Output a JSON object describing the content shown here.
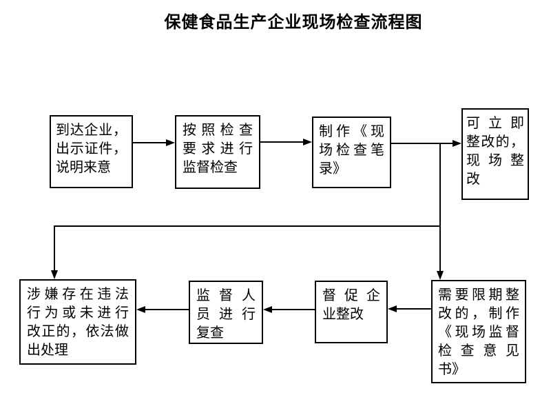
{
  "title": "保健食品生产企业现场检查流程图",
  "colors": {
    "stroke": "#000000",
    "background": "#ffffff",
    "text": "#000000"
  },
  "boxes": [
    {
      "name": "arrive",
      "lines": [
        "到达企业，",
        "出示证件，",
        "说明来意"
      ]
    },
    {
      "name": "inspect",
      "lines": [
        "按照检查",
        "要求进行",
        "监督检查"
      ]
    },
    {
      "name": "record",
      "lines": [
        "制作《现",
        "场检查笔",
        "录》"
      ]
    },
    {
      "name": "onsite-rectify",
      "lines": [
        "可立即",
        "整改的，",
        "现场整",
        "改"
      ]
    },
    {
      "name": "deadline-rectify",
      "lines": [
        "需要限期整",
        "改的，制作",
        "《现场监督",
        "检查意见",
        "书》"
      ]
    },
    {
      "name": "urge-rectify",
      "lines": [
        "督促企",
        "业整改"
      ]
    },
    {
      "name": "recheck",
      "lines": [
        "监督人",
        "员进行",
        "复查"
      ]
    },
    {
      "name": "punish",
      "lines": [
        "涉嫌存在违法",
        "行为或未进行",
        "改正的，依法做",
        "出处理"
      ]
    }
  ]
}
